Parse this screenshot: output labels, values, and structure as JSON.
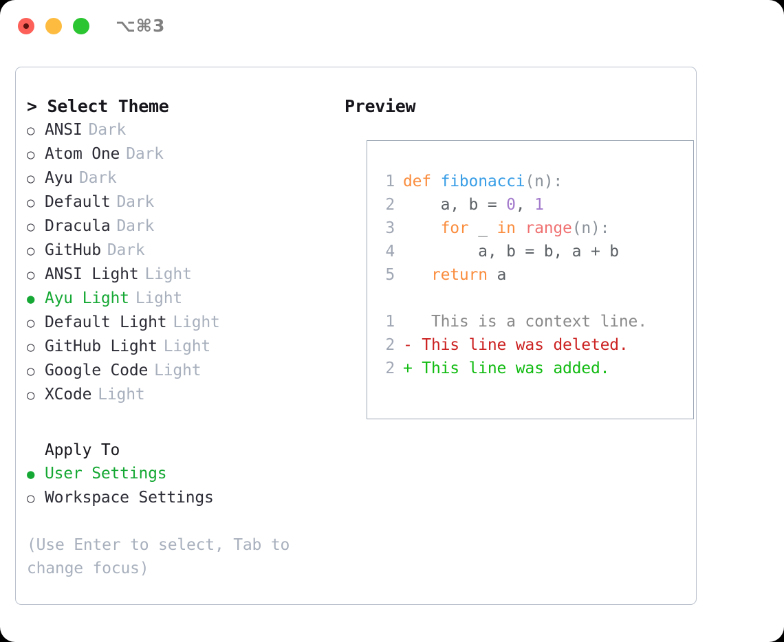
{
  "titlebar": {
    "shortcut": "⌥⌘3",
    "buttons": [
      {
        "name": "close",
        "color": "#fc6058"
      },
      {
        "name": "minimize",
        "color": "#fdbc40"
      },
      {
        "name": "maximize",
        "color": "#2ac530"
      }
    ]
  },
  "theme_picker": {
    "heading": "> Select Theme",
    "caret": ">",
    "heading_label": "Select Theme",
    "marker_selected": "●",
    "marker_unselected": "○",
    "items": [
      {
        "label": "ANSI",
        "badge": "Dark",
        "selected": false
      },
      {
        "label": "Atom One",
        "badge": "Dark",
        "selected": false
      },
      {
        "label": "Ayu",
        "badge": "Dark",
        "selected": false
      },
      {
        "label": "Default",
        "badge": "Dark",
        "selected": false
      },
      {
        "label": "Dracula",
        "badge": "Dark",
        "selected": false
      },
      {
        "label": "GitHub",
        "badge": "Dark",
        "selected": false
      },
      {
        "label": "ANSI Light",
        "badge": "Light",
        "selected": false
      },
      {
        "label": "Ayu Light",
        "badge": "Light",
        "selected": true
      },
      {
        "label": "Default Light",
        "badge": "Light",
        "selected": false
      },
      {
        "label": "GitHub Light",
        "badge": "Light",
        "selected": false
      },
      {
        "label": "Google Code",
        "badge": "Light",
        "selected": false
      },
      {
        "label": "XCode",
        "badge": "Light",
        "selected": false
      }
    ]
  },
  "apply_to": {
    "label": "Apply To",
    "items": [
      {
        "label": "User Settings",
        "selected": true
      },
      {
        "label": "Workspace Settings",
        "selected": false
      }
    ]
  },
  "hint": "(Use Enter to select, Tab to change focus)",
  "preview": {
    "title": "Preview",
    "code_lines": [
      {
        "num": "1",
        "tokens": [
          {
            "t": "def",
            "c": "kw"
          },
          {
            "t": " ",
            "c": "plain"
          },
          {
            "t": "fibonacci",
            "c": "fn"
          },
          {
            "t": "(n):",
            "c": "punc"
          }
        ]
      },
      {
        "num": "2",
        "tokens": [
          {
            "t": "    a, b = ",
            "c": "plain"
          },
          {
            "t": "0",
            "c": "num"
          },
          {
            "t": ", ",
            "c": "plain"
          },
          {
            "t": "1",
            "c": "num"
          }
        ]
      },
      {
        "num": "3",
        "tokens": [
          {
            "t": "    ",
            "c": "plain"
          },
          {
            "t": "for",
            "c": "kw"
          },
          {
            "t": " _ ",
            "c": "plain"
          },
          {
            "t": "in",
            "c": "kw"
          },
          {
            "t": " ",
            "c": "plain"
          },
          {
            "t": "range",
            "c": "call"
          },
          {
            "t": "(n):",
            "c": "punc"
          }
        ]
      },
      {
        "num": "4",
        "tokens": [
          {
            "t": "        a, b = b, a + b",
            "c": "plain"
          }
        ]
      },
      {
        "num": "5",
        "tokens": [
          {
            "t": "   ",
            "c": "plain"
          },
          {
            "t": "return",
            "c": "kw"
          },
          {
            "t": " a",
            "c": "plain"
          }
        ]
      }
    ],
    "diff_lines": [
      {
        "num": "1",
        "sign": " ",
        "text": "  This is a context line.",
        "c": "ctx"
      },
      {
        "num": "2",
        "sign": "-",
        "text": " This line was deleted.",
        "c": "del"
      },
      {
        "num": "2",
        "sign": "+",
        "text": " This line was added.",
        "c": "add"
      }
    ]
  },
  "colors": {
    "accent_green": "#16a834",
    "badge_gray": "#a8b0bd",
    "keyword_orange": "#fa8d3e",
    "function_blue": "#399ee6",
    "number_purple": "#a37acc",
    "call_red": "#f07171",
    "diff_deleted": "#cc2222",
    "diff_added": "#11bb11",
    "panel_border": "#b9c0cc",
    "preview_border": "#9aa5b4"
  }
}
